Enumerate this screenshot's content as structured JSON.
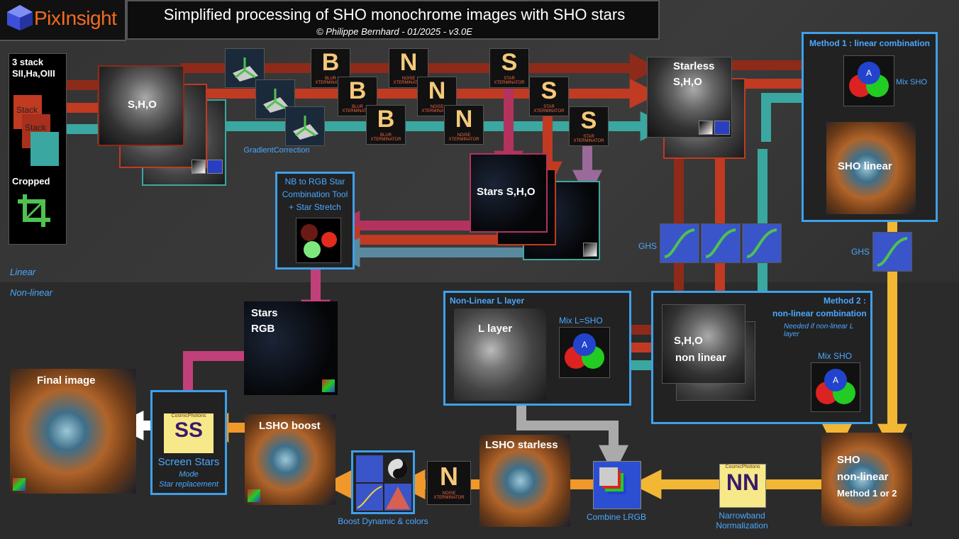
{
  "header": {
    "app_name": "PixInsight",
    "title": "Simplified processing of SHO monochrome images with SHO stars",
    "subtitle": "© Philippe Bernhard - 01/2025 - v3.0E"
  },
  "zones": {
    "linear": "Linear",
    "non_linear": "Non-linear"
  },
  "input": {
    "line1": "3 stack",
    "line2": "SII,Ha,OIII",
    "stack_label": "Stack",
    "cropped": "Cropped"
  },
  "tools": {
    "gradient": "GradientCorrection",
    "blur_letter": "B",
    "blur_line1": "BLUR",
    "blur_line2": "XTERMINATOR",
    "noise_letter": "N",
    "noise_line1": "NOISE",
    "noise_line2": "XTERMINATOR",
    "star_letter": "S",
    "star_line1": "STAR",
    "star_line2": "XTERMINATOR",
    "ghs": "GHS",
    "nb_rgb_line1": "NB to RGB Star",
    "nb_rgb_line2": "Combination Tool",
    "nb_rgb_line3": "+ Star Stretch",
    "mix_sho": "Mix SHO",
    "mix_l": "Mix L=SHO",
    "combine_lrgb": "Combine LRGB",
    "nn_brand": "CosmicPhotons",
    "nn_letters": "NN",
    "nn_line1": "Narrowband",
    "nn_line2": "Normalization",
    "boost": "Boost Dynamic & colors",
    "ss_brand": "CosmicPhotons",
    "ss_letters": "SS",
    "ss_title": "Screen Stars",
    "ss_mode": "Mode",
    "ss_mode_value": "Star replacement"
  },
  "images": {
    "sho": "S,H,O",
    "starless_line1": "Starless",
    "starless_line2": "S,H,O",
    "stars_sho": "Stars S,H,O",
    "sho_linear": "SHO linear",
    "stars_rgb_line1": "Stars",
    "stars_rgb_line2": "RGB",
    "l_layer": "L layer",
    "sho_nl_line1": "S,H,O",
    "sho_nl_line2": "non linear",
    "sho_final_line1": "SHO",
    "sho_final_line2": "non-linear",
    "sho_final_line3": "Method 1 or 2",
    "lsho_starless": "LSHO starless",
    "lsho_boost": "LSHO boost",
    "final": "Final image"
  },
  "methods": {
    "m1": "Method 1 : linear combination",
    "m2_line1": "Method 2 :",
    "m2_line2": "non-linear combination",
    "m2_note": "Needed if non-linear L layer",
    "nl_l_layer": "Non-Linear L layer"
  },
  "colors": {
    "s": "#a8301c",
    "h": "#c13a22",
    "o": "#3aa8a0",
    "orange": "#f0992a",
    "yellow": "#f2b734",
    "pink": "#c2407a",
    "blue": "#4aa8ff",
    "grey": "#aaaaaa"
  }
}
